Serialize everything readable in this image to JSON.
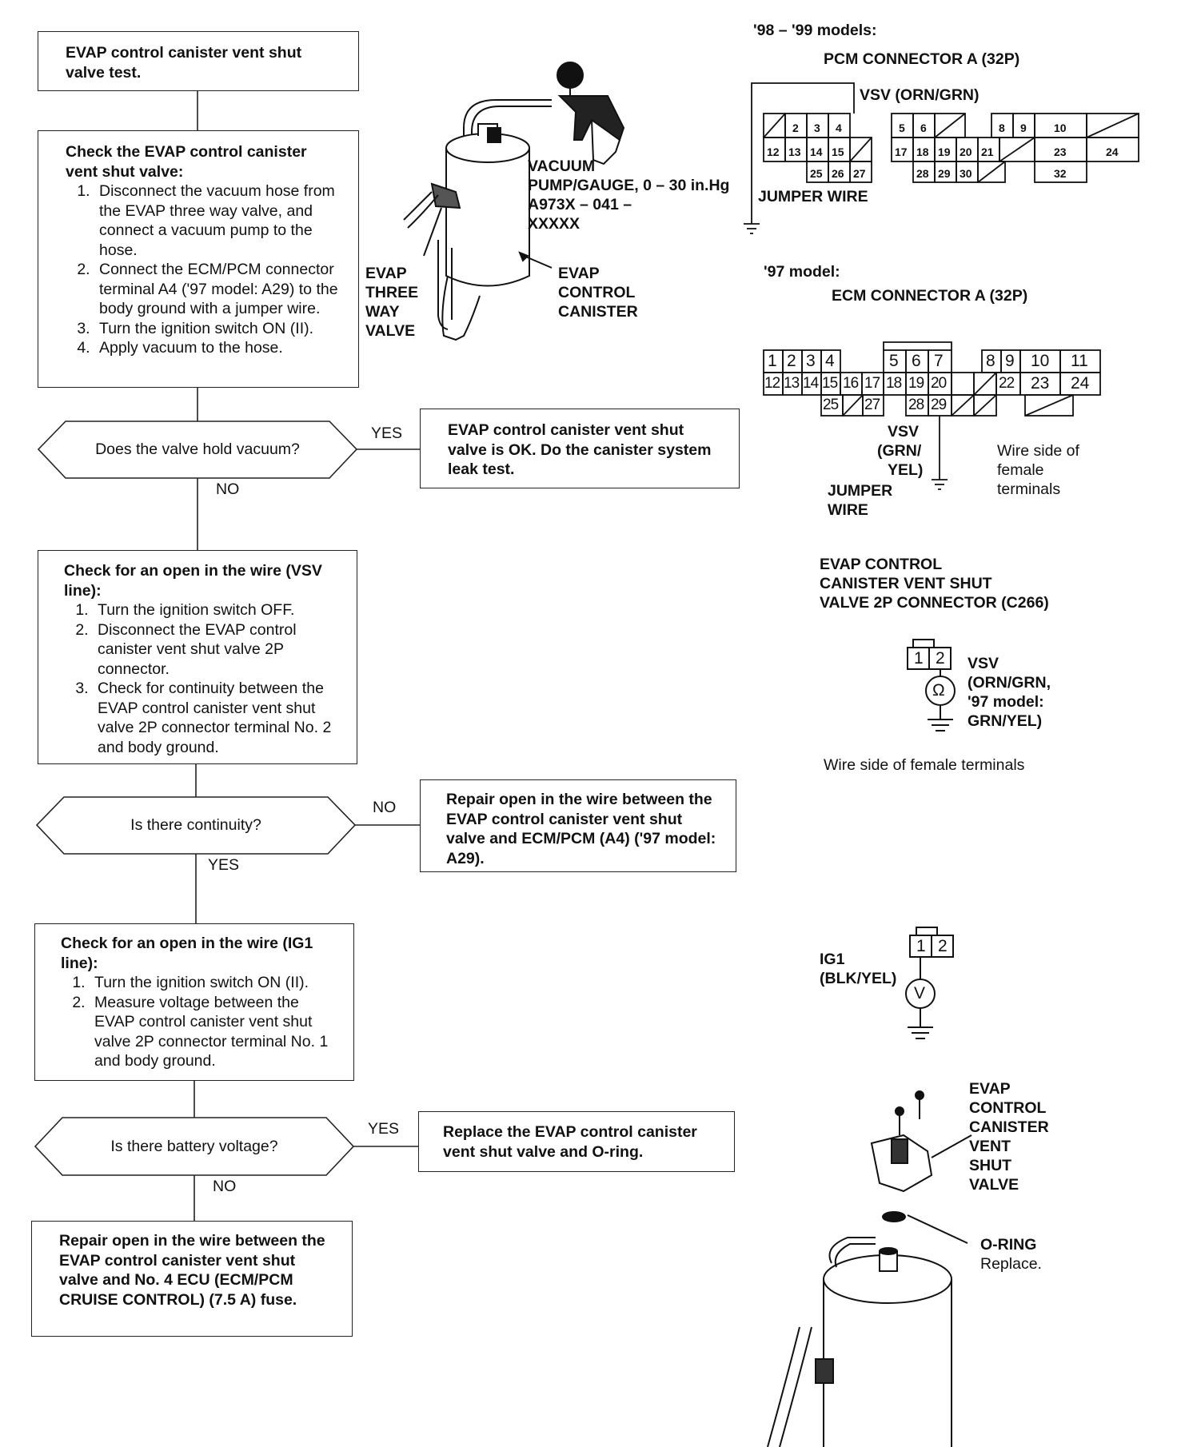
{
  "step1": {
    "title": "EVAP control canister vent shut valve test."
  },
  "step2": {
    "heading": "Check the EVAP control canister vent shut valve:",
    "items": [
      "Disconnect the vacuum hose from the EVAP three way valve, and connect a vacuum pump to the hose.",
      "Connect the ECM/PCM connector terminal A4 ('97 model: A29) to the body ground with a jumper wire.",
      "Turn the ignition switch ON (II).",
      "Apply vacuum to the hose."
    ]
  },
  "decision1": {
    "question": "Does the valve hold vacuum?",
    "yes": "YES",
    "no": "NO"
  },
  "result1": {
    "text": "EVAP control canister vent shut valve is OK. Do the canister system leak test."
  },
  "step3": {
    "heading": "Check for an open in the wire (VSV line):",
    "items": [
      "Turn the ignition switch OFF.",
      "Disconnect the EVAP control canister vent shut valve 2P connector.",
      "Check for continuity between the EVAP control canister vent shut valve 2P connector terminal No. 2 and body ground."
    ]
  },
  "decision2": {
    "question": "Is there continuity?",
    "no": "NO",
    "yes": "YES"
  },
  "result2": {
    "text": "Repair open in the wire between the EVAP control canister vent shut valve and ECM/PCM (A4) ('97 model: A29)."
  },
  "step4": {
    "heading": "Check for an open in the wire (IG1 line):",
    "items": [
      "Turn the ignition switch ON (II).",
      "Measure voltage between the EVAP control canister vent shut valve 2P connector terminal No. 1 and body ground."
    ]
  },
  "decision3": {
    "question": "Is there battery voltage?",
    "yes": "YES",
    "no": "NO"
  },
  "result3": {
    "text": "Replace the EVAP control canister vent shut valve and O-ring."
  },
  "final": {
    "text": "Repair open in the wire between the EVAP control canister vent shut valve and No. 4 ECU (ECM/PCM CRUISE CONTROL) (7.5 A) fuse."
  },
  "fig1": {
    "pump": [
      "VACUUM",
      "PUMP/GAUGE, 0 – 30 in.Hg",
      "A973X – 041 –",
      "XXXXX"
    ],
    "three_way": [
      "EVAP",
      "THREE",
      "WAY",
      "VALVE"
    ],
    "canister": [
      "EVAP",
      "CONTROL",
      "CANISTER"
    ]
  },
  "pcm": {
    "models": "'98 – '99 models:",
    "title": "PCM CONNECTOR A (32P)",
    "vsv": "VSV (ORN/GRN)",
    "jumper": "JUMPER WIRE",
    "row1": [
      "",
      "2",
      "3",
      "4",
      "",
      "5",
      "6",
      "",
      "",
      "8",
      "9",
      "10",
      ""
    ],
    "row2": [
      "12",
      "13",
      "14",
      "15",
      "",
      "17",
      "18",
      "19",
      "20",
      "21",
      "",
      "23",
      "24"
    ],
    "row3": [
      "25",
      "26",
      "27",
      "28",
      "29",
      "30",
      "",
      "32"
    ]
  },
  "ecm": {
    "model": "'97 model:",
    "title": "ECM CONNECTOR A (32P)",
    "vsv": [
      "VSV",
      "(GRN/",
      "YEL)"
    ],
    "jumper": [
      "JUMPER",
      "WIRE"
    ],
    "wire_side": [
      "Wire side of",
      "female",
      "terminals"
    ],
    "row1": [
      "1",
      "2",
      "3",
      "4",
      "5",
      "6",
      "7",
      "8",
      "9",
      "10",
      "11"
    ],
    "row2": [
      "12",
      "13",
      "14",
      "15",
      "16",
      "17",
      "18",
      "19",
      "20",
      "",
      "22",
      "23",
      "24"
    ],
    "row3": [
      "25",
      "",
      "27",
      "28",
      "29",
      "",
      "",
      ""
    ]
  },
  "c266": {
    "title": [
      "EVAP CONTROL",
      "CANISTER VENT SHUT",
      "VALVE 2P CONNECTOR (C266)"
    ],
    "pins": [
      "1",
      "2"
    ],
    "meter": "Ω",
    "vsv": [
      "VSV",
      "(ORN/GRN,",
      "'97 model:",
      "GRN/YEL)"
    ],
    "wire_side": "Wire side of female terminals"
  },
  "ig1": {
    "pins": [
      "1",
      "2"
    ],
    "label": [
      "IG1",
      "(BLK/YEL)"
    ],
    "meter": "V"
  },
  "fig2": {
    "valve": [
      "EVAP",
      "CONTROL",
      "CANISTER",
      "VENT",
      "SHUT",
      "VALVE"
    ],
    "oring": "O-RING",
    "replace": "Replace."
  }
}
